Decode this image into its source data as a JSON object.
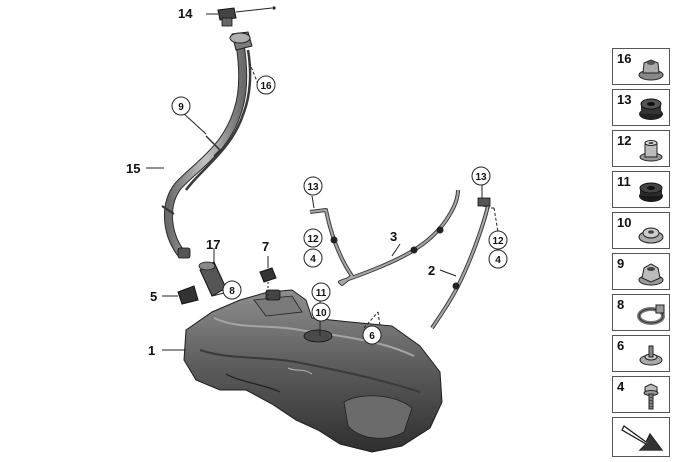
{
  "callouts": {
    "c1": "1",
    "c2": "2",
    "c3": "3",
    "c4a": "4",
    "c4b": "4",
    "c5": "5",
    "c6": "6",
    "c7": "7",
    "c8": "8",
    "c9": "9",
    "c10": "10",
    "c11": "11",
    "c12a": "12",
    "c12b": "12",
    "c13a": "13",
    "c13b": "13",
    "c14": "14",
    "c15": "15",
    "c16": "16",
    "c17": "17"
  },
  "legend": [
    {
      "number": "16",
      "icon": "flange-nut-icon"
    },
    {
      "number": "13",
      "icon": "rubber-grommet-icon"
    },
    {
      "number": "12",
      "icon": "spacer-sleeve-icon"
    },
    {
      "number": "11",
      "icon": "black-grommet-icon"
    },
    {
      "number": "10",
      "icon": "washer-nut-icon"
    },
    {
      "number": "9",
      "icon": "hex-collar-nut-icon"
    },
    {
      "number": "8",
      "icon": "hose-clamp-icon"
    },
    {
      "number": "6",
      "icon": "washer-stud-icon"
    },
    {
      "number": "4",
      "icon": "hex-bolt-icon"
    }
  ],
  "colors": {
    "tank": "#5b5b5b",
    "tank_light": "#8c8c8c",
    "tank_dark": "#2e2e2e",
    "metal": "#9a9a9a",
    "outline": "#222222"
  }
}
